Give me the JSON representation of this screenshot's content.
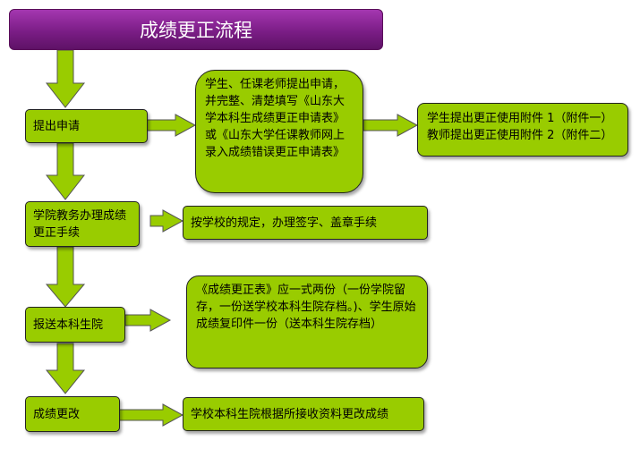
{
  "title": "成绩更正流程",
  "steps": [
    {
      "label": "提出申请"
    },
    {
      "label": "学院教务办理成绩更正手续"
    },
    {
      "label": "报送本科生院"
    },
    {
      "label": "成绩更改"
    }
  ],
  "notes": {
    "apply": "学生、任课老师提出申请，并完整、清楚填写《山东大学本科生成绩更正申请表》或《山东大学任课教师网上录入成绩错误更正申请表》",
    "attachments_line1": "学生提出更正使用附件 1（附件一）",
    "attachments_line2": "教师提出更正使用附件 2（附件二）",
    "college": "按学校的规定，办理签字、盖章手续",
    "submit": "《成绩更正表》应一式两份（一份学院留存，一份送学校本科生院存档。)、学生原始成绩复印件一份（送本科生院存档）",
    "change": "学校本科生院根据所接收资料更改成绩"
  },
  "colors": {
    "box_fill": "#99cc00",
    "title_fill": "#7b1d86",
    "arrow_fill": "#99cc00"
  }
}
